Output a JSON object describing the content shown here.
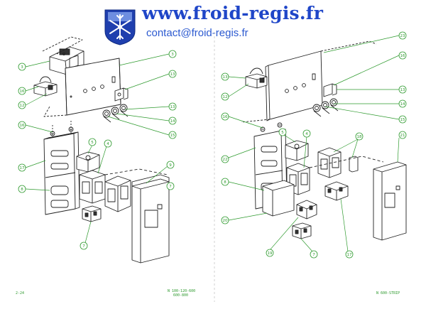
{
  "header": {
    "site": "www.froid-regis.fr",
    "contact": "contact@froid-regis.fr"
  },
  "colors": {
    "brand_blue": "#1f46c8",
    "callout_green": "#2e9a2e",
    "line_dark": "#222222"
  },
  "left_diagram": {
    "callouts": [
      "3",
      "3",
      "13",
      "16",
      "12",
      "13",
      "14",
      "15",
      "16",
      "17",
      "5",
      "4",
      "8",
      "9",
      "7",
      "7"
    ],
    "footer_left": "2-24",
    "footer_right_1": "N 100-120-600",
    "footer_right_2": "600-800"
  },
  "right_diagram": {
    "callouts": [
      "23",
      "13",
      "12",
      "16",
      "13",
      "14",
      "15",
      "16",
      "22",
      "5",
      "4",
      "18",
      "21",
      "8",
      "20",
      "19",
      "7",
      "17"
    ],
    "footer_right": "N 600-STRIP"
  }
}
